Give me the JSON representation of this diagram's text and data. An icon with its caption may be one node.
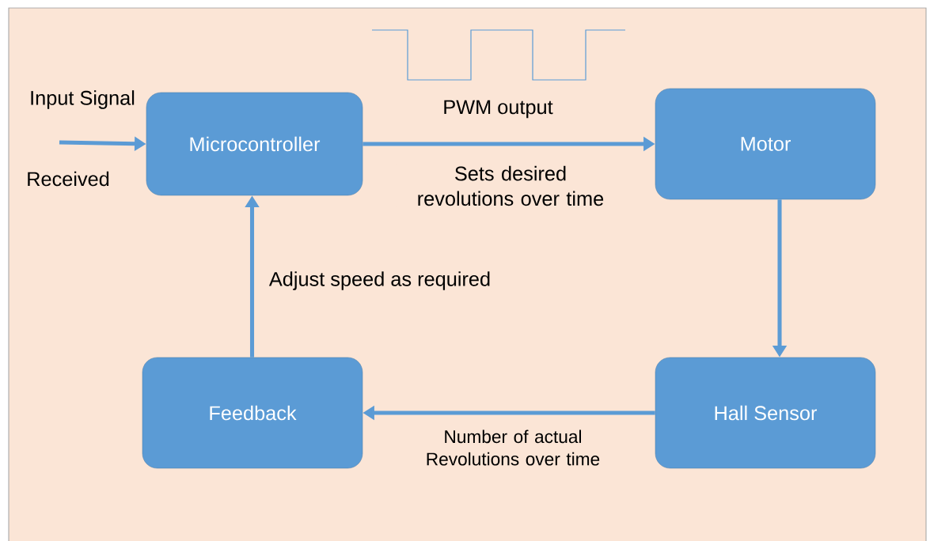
{
  "diagram": {
    "nodes": [
      {
        "text": [
          "Microcontroller"
        ]
      },
      {
        "text": [
          "Motor"
        ]
      },
      {
        "text": [
          "Hall Sensor"
        ]
      },
      {
        "text": [
          "Feedback"
        ]
      }
    ],
    "edges": [
      {
        "from": null,
        "to": 0,
        "arrow": "to"
      },
      {
        "from": 0,
        "to": 1,
        "arrow": "to",
        "label": "Sets desired revolutions over time"
      },
      {
        "from": 1,
        "to": 2,
        "arrow": "to"
      },
      {
        "from": 2,
        "to": 3,
        "arrow": "to",
        "label": "Number of actual Revolutions over time"
      },
      {
        "from": 3,
        "to": 0,
        "arrow": "to",
        "label": "Adjust speed as required"
      }
    ],
    "labels": [
      "Input Signal",
      "Received",
      "PWM output"
    ]
  }
}
